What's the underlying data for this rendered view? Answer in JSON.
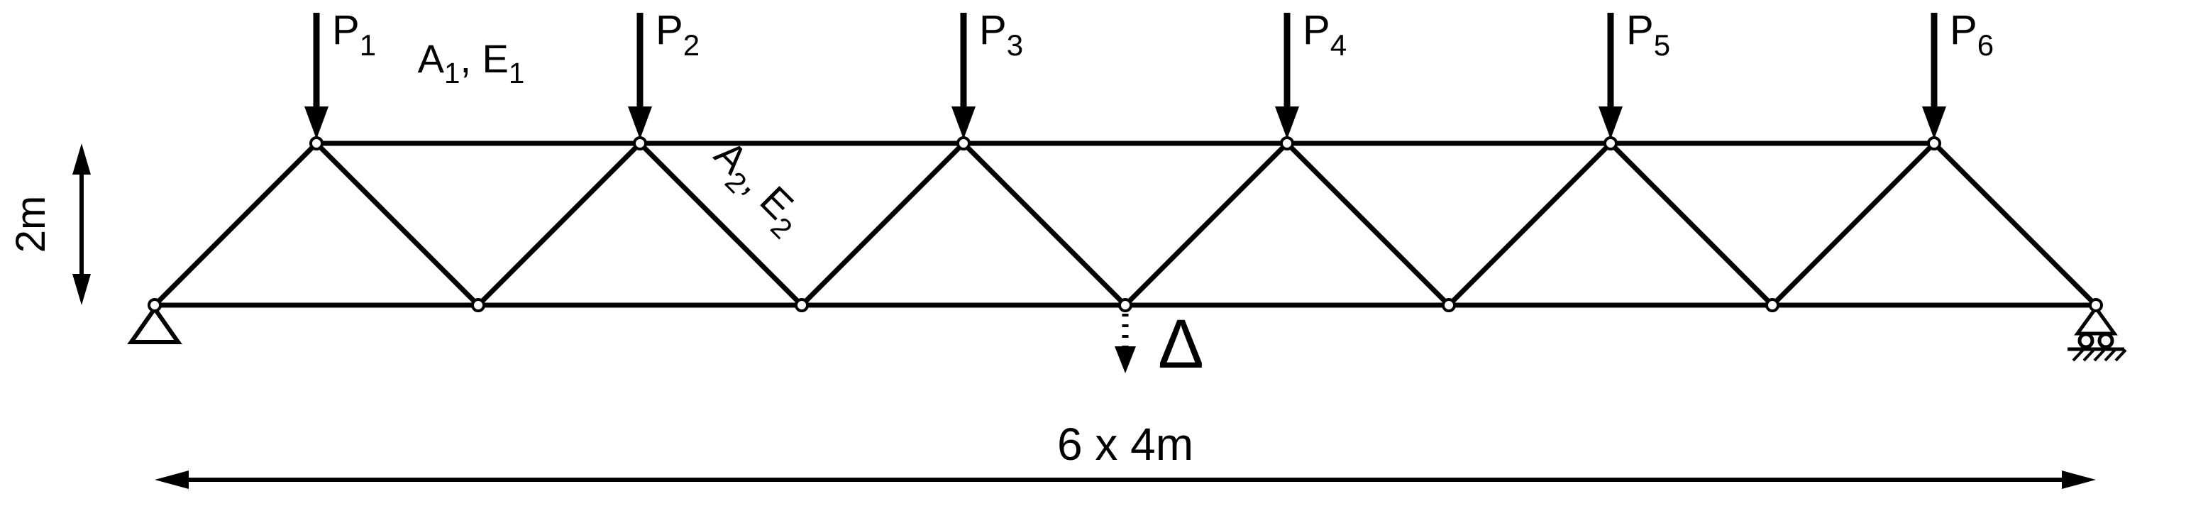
{
  "page": {
    "background": "#ffffff"
  },
  "colors": {
    "line": "#000000",
    "text": "#000000",
    "node_fill": "#ffffff"
  },
  "truss": {
    "type": "warren-truss",
    "geometry": {
      "panels": 6,
      "panel_length_m": 4,
      "height_m": 2,
      "span_m": 24,
      "bottom_nodes_x_m": [
        0,
        4,
        8,
        12,
        16,
        20,
        24
      ],
      "top_nodes_x_m": [
        2,
        6,
        10,
        14,
        18,
        22
      ]
    },
    "supports": [
      {
        "type": "pin",
        "at": "bottom-left"
      },
      {
        "type": "roller",
        "at": "bottom-right"
      }
    ]
  },
  "loads": [
    {
      "base": "P",
      "sub": "1"
    },
    {
      "base": "P",
      "sub": "2"
    },
    {
      "base": "P",
      "sub": "3"
    },
    {
      "base": "P",
      "sub": "4"
    },
    {
      "base": "P",
      "sub": "5"
    },
    {
      "base": "P",
      "sub": "6"
    }
  ],
  "member_labels": [
    {
      "id": "top-chord-material",
      "parts": [
        [
          "A",
          "1"
        ],
        [
          ", E",
          "1"
        ]
      ]
    },
    {
      "id": "diagonal-material",
      "parts": [
        [
          "A",
          "2"
        ],
        [
          ", E",
          "2"
        ]
      ]
    }
  ],
  "deflection": {
    "symbol": "Δ",
    "at_bottom_node_index": 3
  },
  "dimensions": {
    "height_label": "2m",
    "span_label": "6 x 4m"
  }
}
